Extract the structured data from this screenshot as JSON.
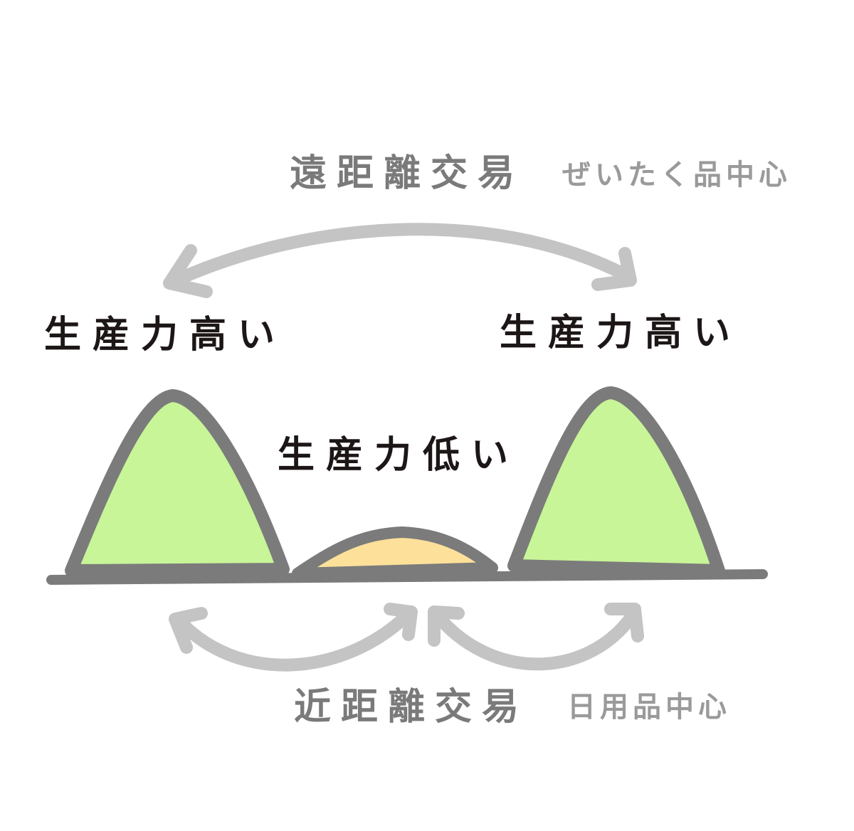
{
  "labels": {
    "long_distance_trade": "遠距離交易",
    "long_distance_goods": "ぜいたく品中心",
    "high_productivity_left": "生産力高い",
    "high_productivity_right": "生産力高い",
    "low_productivity": "生産力低い",
    "short_distance_trade": "近距離交易",
    "short_distance_goods": "日用品中心"
  },
  "colors": {
    "high_mountain_fill": "#c8f598",
    "low_hill_fill": "#fde09a",
    "outline": "#7b7b7b",
    "arrow": "#c4c4c4",
    "ground": "#7b7b7b"
  }
}
